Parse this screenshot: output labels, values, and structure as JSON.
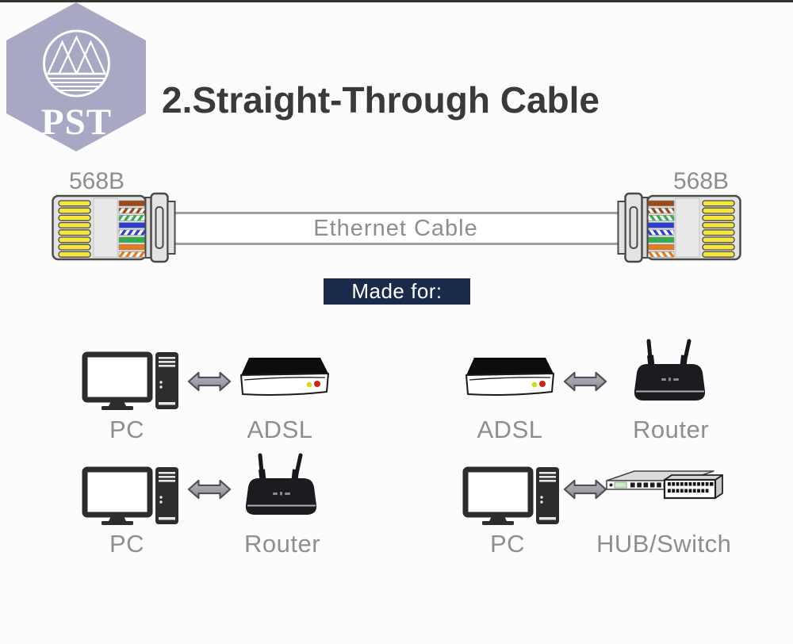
{
  "page": {
    "background": "#fcfcfc",
    "top_strip_color": "#333333"
  },
  "logo": {
    "text": "PST",
    "shape": "hexagon",
    "hex_color": "#a8a8c5",
    "icon": "mountains-in-circle"
  },
  "header": {
    "title": "2.Straight-Through Cable",
    "color": "#3a3a3a"
  },
  "cable_diagram": {
    "left_connector_label": "568B",
    "right_connector_label": "568B",
    "cable_label": "Ethernet Cable",
    "wiring_standard": "T568B",
    "wire_order_top_to_bottom": [
      "brown",
      "white-brown",
      "white-green",
      "blue",
      "white-blue",
      "green",
      "orange",
      "white-orange"
    ],
    "wire_hex": {
      "brown": "#9b4a18",
      "orange": "#e87a1e",
      "green": "#2fae4a",
      "blue": "#2a3fd4",
      "pin_gold": "#f5e53e"
    }
  },
  "made_for": {
    "label": "Made for:",
    "bg": "#1a2a4a",
    "text_color": "#ffffff"
  },
  "pairs": [
    {
      "left": "PC",
      "right": "ADSL"
    },
    {
      "left": "ADSL",
      "right": "Router"
    },
    {
      "left": "PC",
      "right": "Router"
    },
    {
      "left": "PC",
      "right": "HUB/Switch"
    }
  ],
  "label_color": "#8e8e8e"
}
